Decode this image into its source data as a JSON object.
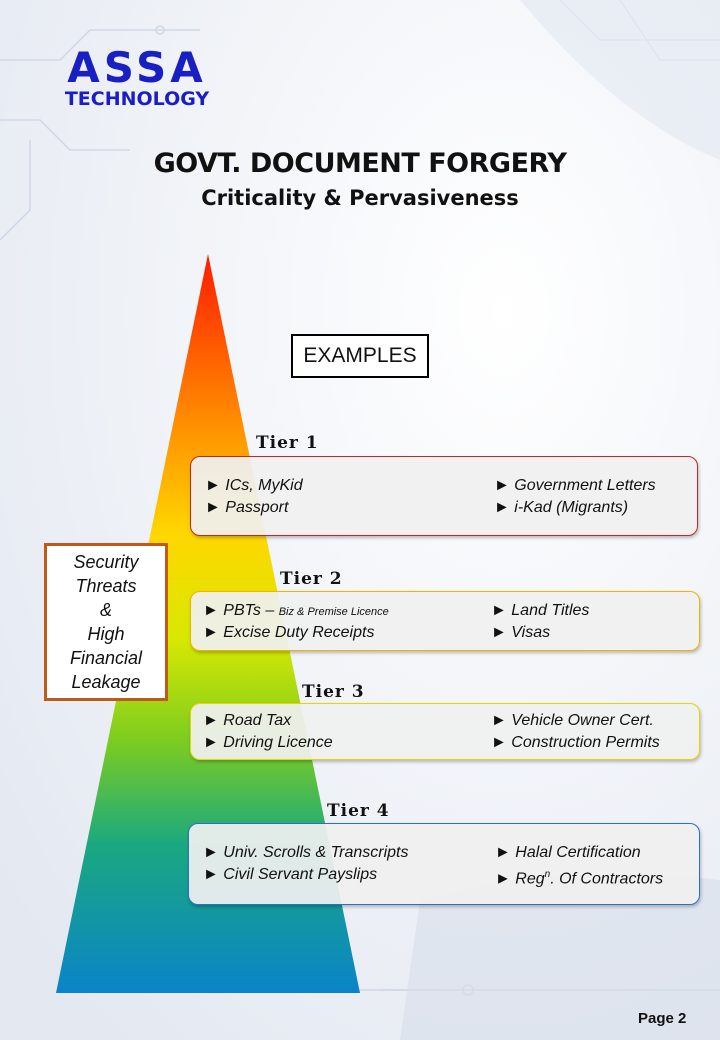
{
  "logo": {
    "line1": "ASSA",
    "line2": "TECHNOLOGY"
  },
  "title": "GOVT. DOCUMENT FORGERY",
  "subtitle": "Criticality & Pervasiveness",
  "examples_label": "EXAMPLES",
  "side_box": {
    "lines": [
      "Security",
      "Threats",
      "&",
      "High",
      "Financial",
      "Leakage"
    ]
  },
  "tiers": [
    {
      "label": "Tier 1",
      "border_color": "#c0282a",
      "left": [
        "► ICs, MyKid",
        "► Passport"
      ],
      "right": [
        "► Government Letters",
        "► i-Kad (Migrants)"
      ]
    },
    {
      "label": "Tier 2",
      "border_color": "#f2b400",
      "left_main": "► PBTs – ",
      "left_small": "Biz & Premise Licence",
      "left": [
        "► Excise Duty Receipts"
      ],
      "right": [
        "► Land Titles",
        "► Visas"
      ]
    },
    {
      "label": "Tier 3",
      "border_color": "#e8d400",
      "left": [
        "► Road Tax",
        "► Driving Licence"
      ],
      "right": [
        "► Vehicle Owner Cert.",
        "► Construction Permits"
      ]
    },
    {
      "label": "Tier 4",
      "border_color": "#2a72c8",
      "left": [
        "► Univ. Scrolls & Transcripts",
        "► Civil Servant Payslips"
      ],
      "right": [
        "► Halal Certification"
      ],
      "right_reg_pre": "► Reg",
      "right_reg_sup": "n",
      "right_reg_post": ". Of Contractors"
    }
  ],
  "page_number": "Page 2"
}
